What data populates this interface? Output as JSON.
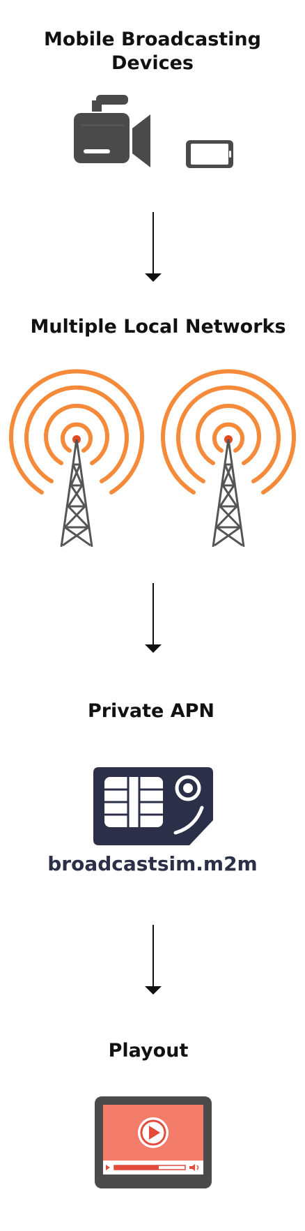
{
  "steps": [
    {
      "title": "Mobile Broadcasting Devices",
      "icons": [
        "video-camera-icon",
        "smartphone-icon"
      ]
    },
    {
      "title": "Multiple Local Networks",
      "icons": [
        "cell-tower-icon",
        "cell-tower-icon"
      ]
    },
    {
      "title": "Private APN",
      "icons": [
        "sim-card-icon"
      ],
      "label": "broadcastsim.m2m"
    },
    {
      "title": "Playout",
      "icons": [
        "video-player-icon"
      ]
    }
  ],
  "colors": {
    "heading": "#111111",
    "icon_dark": "#4a4a4a",
    "sim_navy": "#2b3048",
    "tower_orange": "#f58a3a",
    "tower_core": "#e24a22",
    "player_frame": "#4a4a4a",
    "player_screen": "#f47c6a",
    "player_accent": "#e24a3a"
  }
}
